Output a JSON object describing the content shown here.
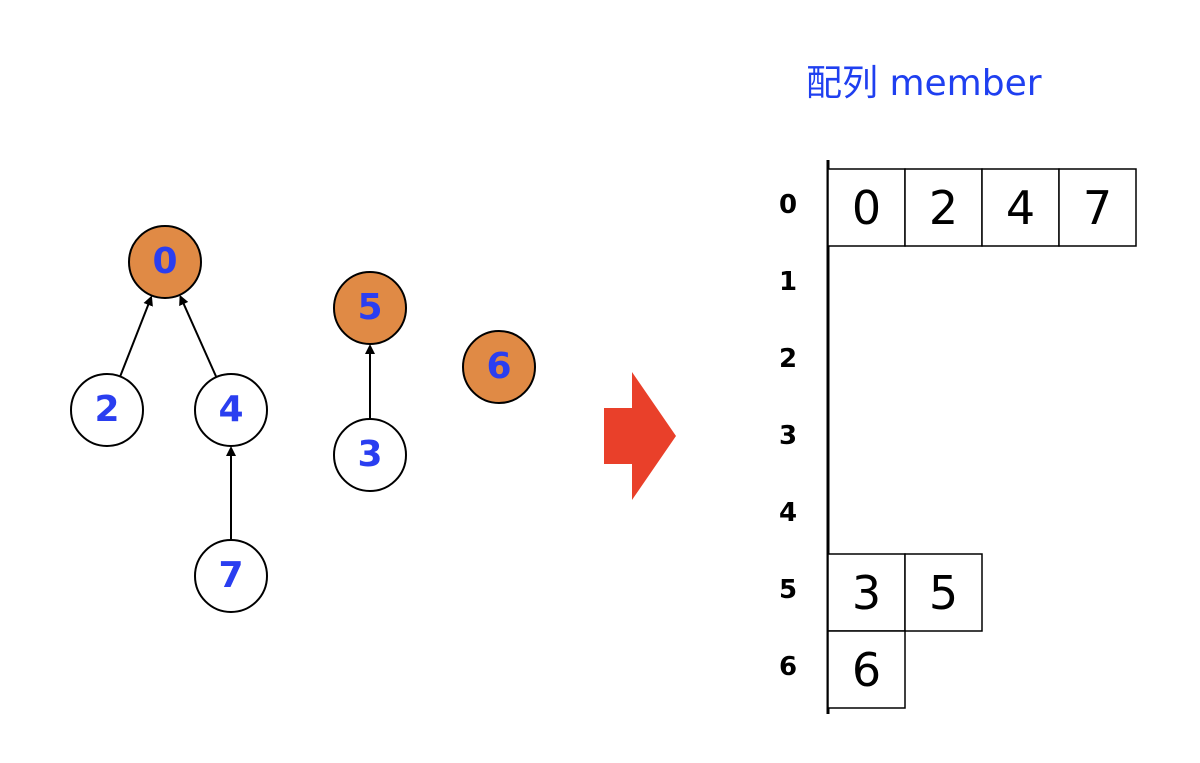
{
  "title": "配列 member",
  "colors": {
    "root_fill": "#e08a45",
    "node_fill": "#ffffff",
    "node_stroke": "#000000",
    "label_color": "#2a3ef0",
    "arrow_color": "#e9402a",
    "title_color": "#1f3ff0"
  },
  "forest": {
    "nodes": [
      {
        "id": "0",
        "label": "0",
        "root": true
      },
      {
        "id": "2",
        "label": "2",
        "root": false
      },
      {
        "id": "4",
        "label": "4",
        "root": false
      },
      {
        "id": "7",
        "label": "7",
        "root": false
      },
      {
        "id": "5",
        "label": "5",
        "root": true
      },
      {
        "id": "3",
        "label": "3",
        "root": false
      },
      {
        "id": "6",
        "label": "6",
        "root": true
      }
    ],
    "edges": [
      {
        "from": "2",
        "to": "0"
      },
      {
        "from": "4",
        "to": "0"
      },
      {
        "from": "7",
        "to": "4"
      },
      {
        "from": "3",
        "to": "5"
      }
    ]
  },
  "member_array": {
    "rows": [
      {
        "index": "0",
        "cells": [
          "0",
          "2",
          "4",
          "7"
        ]
      },
      {
        "index": "1",
        "cells": []
      },
      {
        "index": "2",
        "cells": []
      },
      {
        "index": "3",
        "cells": []
      },
      {
        "index": "4",
        "cells": []
      },
      {
        "index": "5",
        "cells": [
          "3",
          "5"
        ]
      },
      {
        "index": "6",
        "cells": [
          "6"
        ]
      }
    ]
  }
}
